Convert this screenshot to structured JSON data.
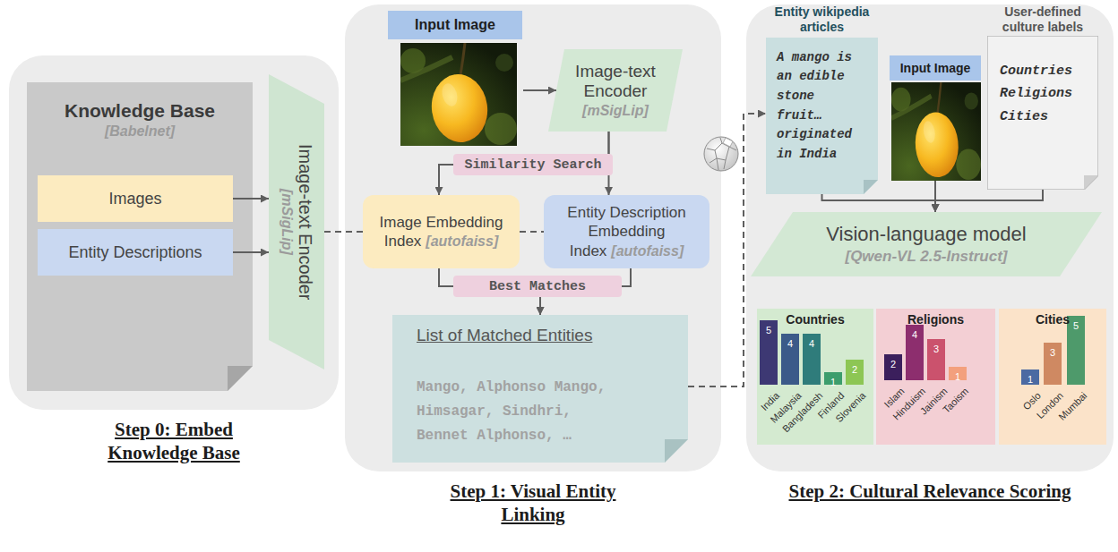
{
  "diagram": {
    "nodes": [
      {
        "text": [
          "Step 0: Embed Knowledge Base"
        ]
      },
      {
        "text": [
          "Knowledge Base",
          "[Babelnet]"
        ],
        "in": 0
      },
      {
        "text": [
          "Images"
        ],
        "in": 1
      },
      {
        "text": [
          "Entity Descriptions"
        ],
        "in": 1
      },
      {
        "text": [
          "Image-text Encoder",
          "[mSigLip]"
        ],
        "in": 0
      },
      {
        "text": [
          "Step 1: Visual Entity Linking"
        ]
      },
      {
        "text": [
          "Input Image"
        ],
        "in": 5
      },
      {
        "text": [
          "Image-text Encoder",
          "[mSigLip]"
        ],
        "in": 5
      },
      {
        "text": [
          "Similarity Search"
        ],
        "in": 5
      },
      {
        "text": [
          "Image Embedding Index",
          "[autofaiss]"
        ],
        "in": 5
      },
      {
        "text": [
          "Entity Description Embedding Index",
          "[autofaiss]"
        ],
        "in": 5
      },
      {
        "text": [
          "Best Matches"
        ],
        "in": 5
      },
      {
        "text": [
          "List of Matched Entities",
          "Mango, Alphonso Mango, Himsagar, Sindhri, Bennet Alphonso, …"
        ],
        "in": 5
      },
      {
        "text": [
          "Step 2: Cultural Relevance Scoring"
        ]
      },
      {
        "text": [
          "Entity wikipedia articles",
          "A mango is an edible stone fruit… originated in India"
        ],
        "in": 13
      },
      {
        "text": [
          "Input Image"
        ],
        "in": 13
      },
      {
        "text": [
          "User-defined culture labels",
          "Countries Religions Cities"
        ],
        "in": 13
      },
      {
        "text": [
          "Vision-language model",
          "[Qwen-VL 2.5-Instruct]"
        ],
        "in": 13
      },
      {
        "text": [
          "Countries"
        ],
        "in": 13
      },
      {
        "text": [
          "Religions"
        ],
        "in": 13
      },
      {
        "text": [
          "Cities"
        ],
        "in": 13
      }
    ],
    "edges": [
      {
        "from": 2,
        "to": 4,
        "arrow": "to"
      },
      {
        "from": 3,
        "to": 4,
        "arrow": "to"
      },
      {
        "from": 4,
        "to": 9,
        "arrow": "none"
      },
      {
        "from": 9,
        "to": 10,
        "arrow": "none"
      },
      {
        "from": 6,
        "to": 7,
        "arrow": "to"
      },
      {
        "from": 7,
        "to": 9,
        "arrow": "to"
      },
      {
        "from": 7,
        "to": 10,
        "arrow": "to"
      },
      {
        "from": 9,
        "to": 12,
        "arrow": "to"
      },
      {
        "from": 10,
        "to": 12,
        "arrow": "to"
      },
      {
        "from": 12,
        "to": 14,
        "arrow": "to"
      },
      {
        "from": 14,
        "to": 17,
        "arrow": "to"
      },
      {
        "from": 15,
        "to": 17,
        "arrow": "to"
      },
      {
        "from": 16,
        "to": 17,
        "arrow": "to"
      }
    ],
    "labels": [
      "5",
      "4",
      "4",
      "1",
      "2",
      "India",
      "Malaysia",
      "Bangladesh",
      "Finland",
      "Slovenia",
      "2",
      "4",
      "3",
      "1",
      "Islam",
      "Hinduism",
      "Jainism",
      "Taoism",
      "1",
      "3",
      "5",
      "Oslo",
      "London",
      "Mumbai"
    ]
  }
}
